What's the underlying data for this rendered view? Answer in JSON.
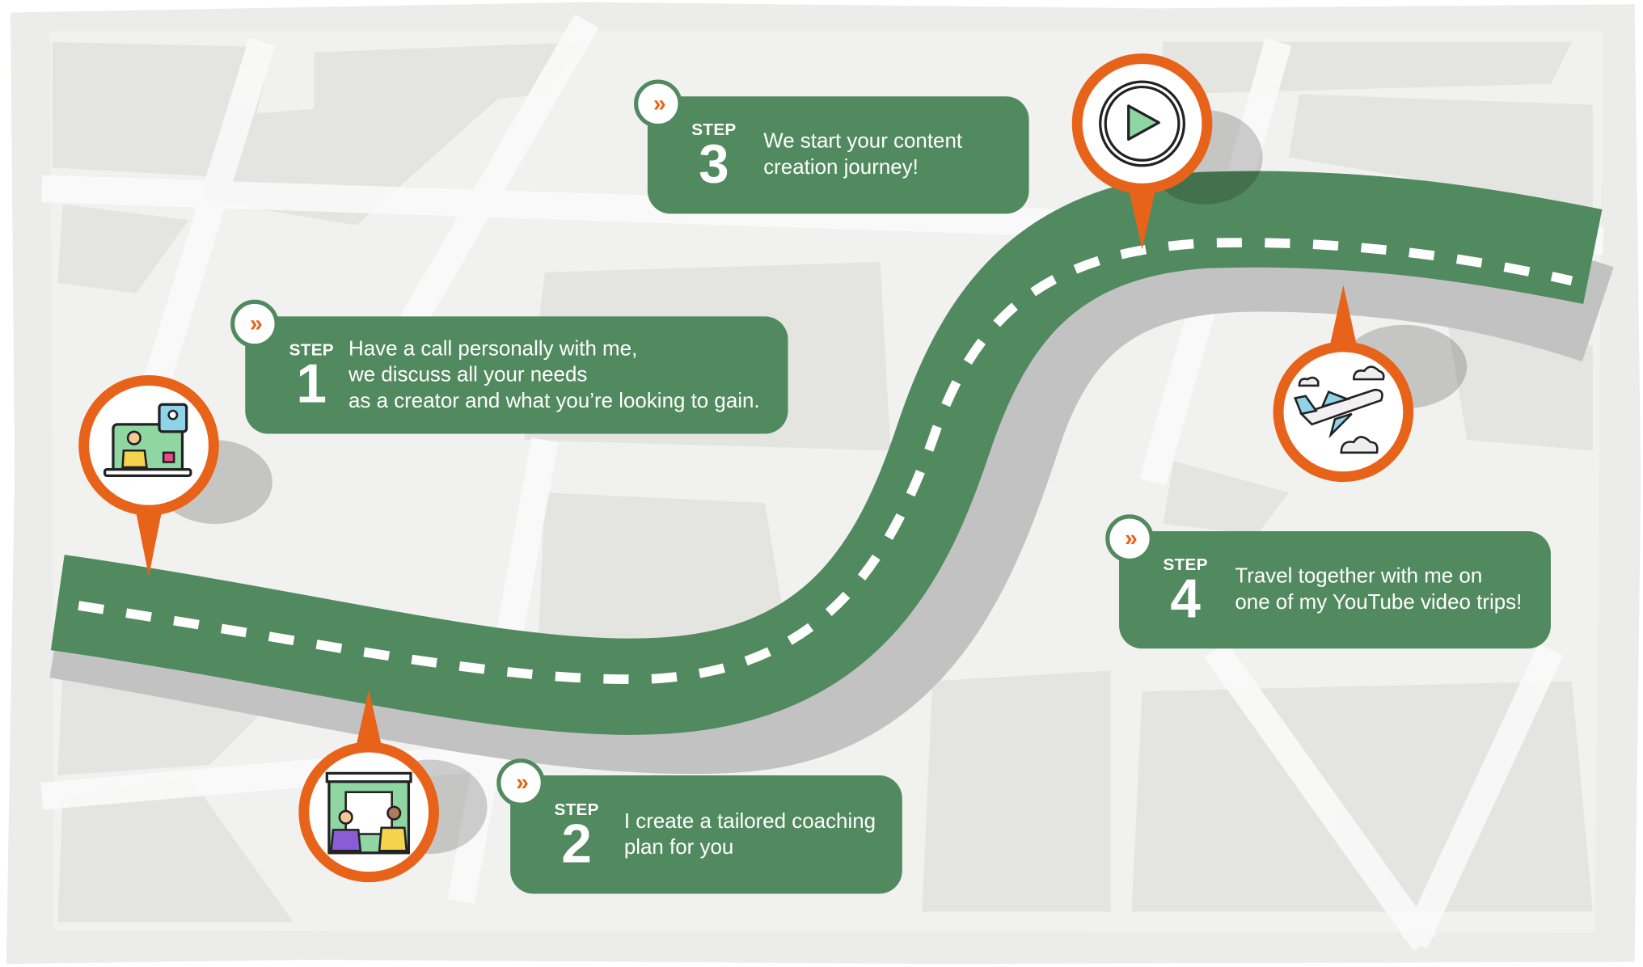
{
  "colors": {
    "road": "#528a60",
    "pin": "#e8631a",
    "background": "#f0f0ef",
    "block": "#e4e5e2"
  },
  "steps": [
    {
      "label": "STEP",
      "number": "1",
      "text": "Have a call personally with me,\nwe discuss all your needs\nas a creator and what you’re looking to gain.",
      "icon": "video-call-icon"
    },
    {
      "label": "STEP",
      "number": "2",
      "text": "I create a tailored coaching\nplan for you",
      "icon": "coaching-presentation-icon"
    },
    {
      "label": "STEP",
      "number": "3",
      "text": "We start your content\ncreation journey!",
      "icon": "play-button-icon"
    },
    {
      "label": "STEP",
      "number": "4",
      "text": "Travel together with me on\none of my YouTube video trips!",
      "icon": "airplane-icon"
    }
  ],
  "badge_glyph": "»"
}
